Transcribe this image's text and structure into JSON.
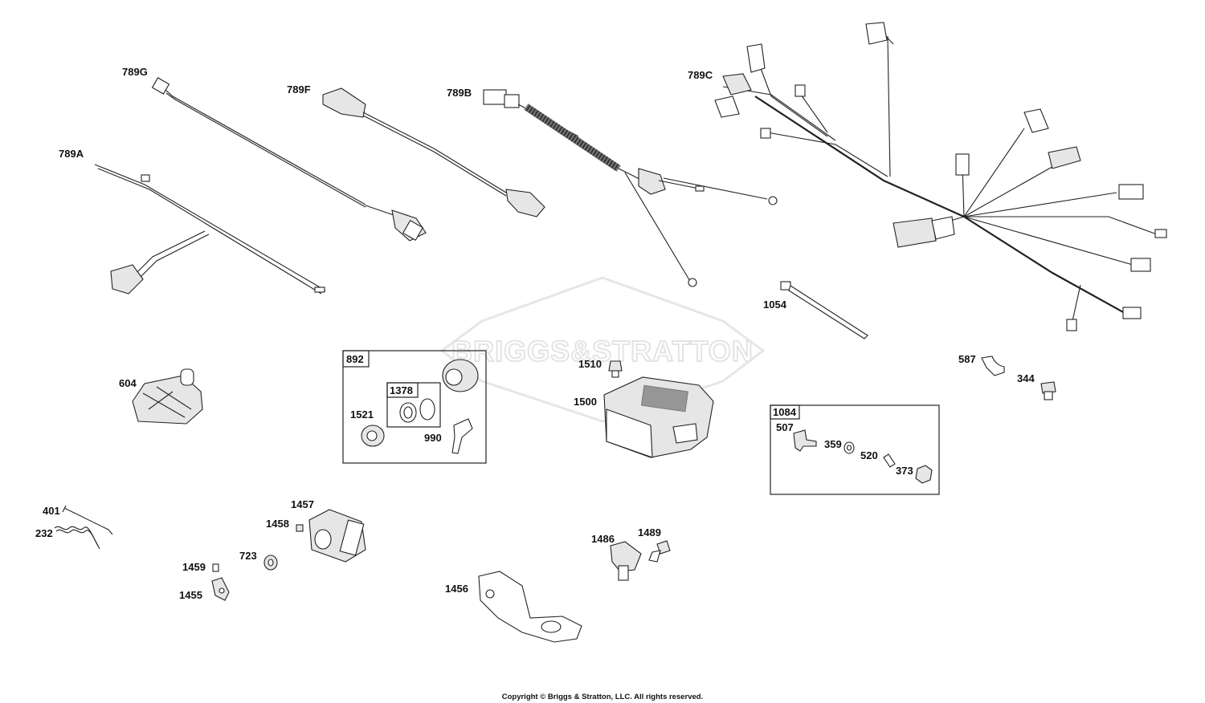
{
  "watermark": "BRIGGS&STRATTON",
  "copyright": "Copyright © Briggs & Stratton, LLC. All rights reserved.",
  "callouts": {
    "c789G": "789G",
    "c789F": "789F",
    "c789B": "789B",
    "c789C": "789C",
    "c789A": "789A",
    "c1054": "1054",
    "c587": "587",
    "c344": "344",
    "c604": "604",
    "c892": "892",
    "c1378": "1378",
    "c1521": "1521",
    "c990": "990",
    "c1510": "1510",
    "c1500": "1500",
    "c1084": "1084",
    "c507": "507",
    "c359": "359",
    "c520": "520",
    "c373": "373",
    "c401": "401",
    "c232": "232",
    "c1457": "1457",
    "c1458": "1458",
    "c723": "723",
    "c1459": "1459",
    "c1455": "1455",
    "c1456": "1456",
    "c1486": "1486",
    "c1489": "1489"
  }
}
